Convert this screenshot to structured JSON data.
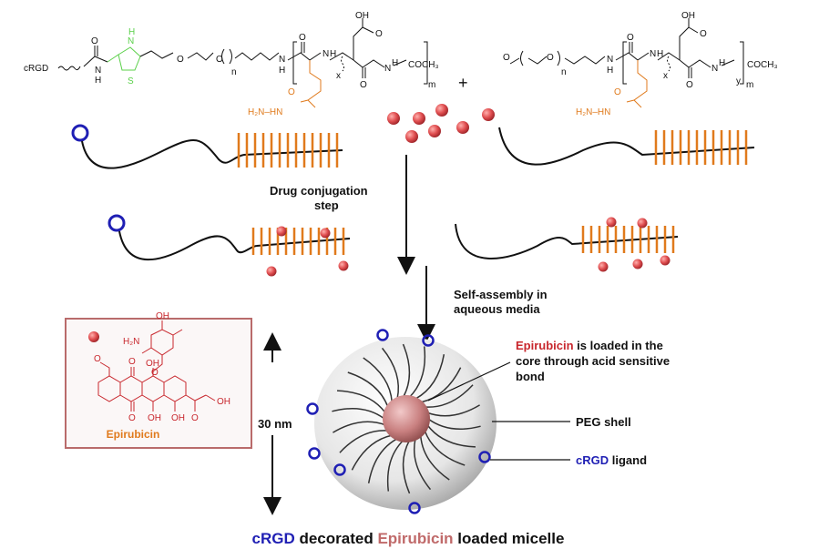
{
  "colors": {
    "crgd_blue": "#1f1fb4",
    "epirubicin_red": "#c8272d",
    "epirubicin_pink": "#c06a6a",
    "hydrazide_orange": "#e07a1c",
    "thiazolidine_green": "#5bd04a",
    "drug_ball": "#d9474a",
    "micelle_core": "#c98080",
    "box_border": "#b96b6b"
  },
  "structures": {
    "left": {
      "crgd": "cRGD",
      "amide_o": "O",
      "amide_nh": "H",
      "amide_n": "N",
      "thiazolidine_nh": "H",
      "thiazolidine_n": "N",
      "thiazolidine_s": "S",
      "peg_o1": "O",
      "peg_o2": "O",
      "peg_n": "n",
      "nh_link": "H",
      "nh_link_n": "N",
      "carbonyl_o1": "O",
      "nh1": "H",
      "nh1_n": "N",
      "x": "x",
      "carboxy_oh": "OH",
      "carboxy_o": "O",
      "carbonyl_o2": "O",
      "nh2": "H",
      "nh2_n": "N",
      "end": "COCH₃",
      "m": "m",
      "side_o": "O",
      "hydrazide": "H₂N–HN"
    },
    "plus": "+",
    "right": {
      "meo": "O",
      "peg_o2": "O",
      "peg_n": "n",
      "nh_link": "H",
      "nh_link_n": "N",
      "carbonyl_o1": "O",
      "nh1": "H",
      "nh1_n": "N",
      "x": "x",
      "carboxy_oh": "OH",
      "carboxy_o": "O",
      "carbonyl_o2": "O",
      "nh2": "H",
      "nh2_n": "N",
      "y": "y",
      "end": "COCH₃",
      "m": "m",
      "side_o": "O",
      "hydrazide": "H₂N–HN"
    }
  },
  "steps": {
    "drug_conjugation_line1": "Drug conjugation",
    "drug_conjugation_line2": "step",
    "self_assembly_line1": "Self-assembly in",
    "self_assembly_line2": "aqueous media"
  },
  "epirubicin_box": {
    "label": "Epirubicin",
    "nh2": "H₂N",
    "oh1": "OH",
    "o_ring": "O",
    "meo": "O",
    "o1": "O",
    "oh2": "OH",
    "oh3": "OH",
    "oh4": "OH",
    "o2": "O",
    "oh5": "OH"
  },
  "scale": {
    "label": "30 nm"
  },
  "annotations": {
    "epi_word": "Epirubicin",
    "epi_rest_line1": " is loaded in the",
    "epi_line2": "core through acid sensitive",
    "epi_line3": "bond",
    "peg_shell": "PEG shell",
    "crgd_word": "cRGD",
    "ligand": " ligand"
  },
  "caption": {
    "part1": "cRGD",
    "part2": " decorated ",
    "part3": "Epirubicin",
    "part4": " loaded micelle"
  }
}
